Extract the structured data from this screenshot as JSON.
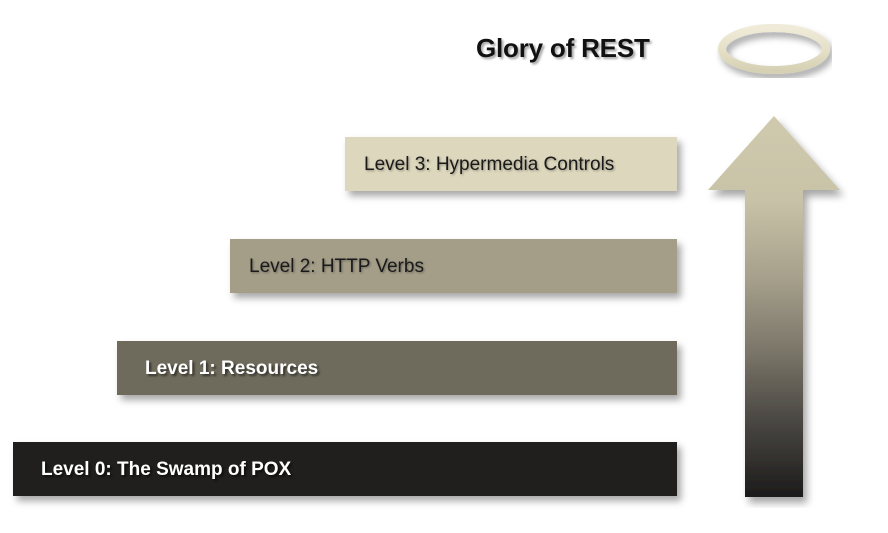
{
  "diagram": {
    "title": "Glory of REST",
    "halo_icon": "halo-ring-icon",
    "arrow_icon": "up-arrow-icon",
    "levels": [
      {
        "id": "level-3",
        "label": "Level 3: Hypermedia Controls",
        "bar_color": "#ddd7bd",
        "text_color": "#1a1a1a"
      },
      {
        "id": "level-2",
        "label": "Level 2: HTTP Verbs",
        "bar_color": "#a49e89",
        "text_color": "#1a1a1a"
      },
      {
        "id": "level-1",
        "label": "Level 1: Resources",
        "bar_color": "#6f6b5c",
        "text_color": "#ffffff"
      },
      {
        "id": "level-0",
        "label": "Level 0: The Swamp of POX",
        "bar_color": "#201f1e",
        "text_color": "#ffffff"
      }
    ],
    "colors": {
      "background": "#ffffff",
      "title_text": "#111111",
      "halo_ring": "#e4dfc6",
      "arrow_top": "#cfc9ae",
      "arrow_bottom": "#1c1b1a"
    }
  }
}
